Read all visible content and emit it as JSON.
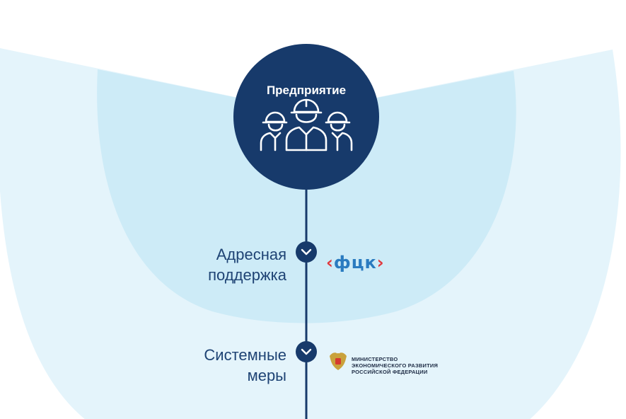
{
  "hub": {
    "title": "Предприятие",
    "icon": "workers-icon"
  },
  "steps": [
    {
      "label_line1": "Адресная",
      "label_line2": "поддержка",
      "icon": "chevron-down-icon",
      "partner": {
        "type": "logo",
        "name": "фцк",
        "text_left": "‹",
        "text_main": "фцк",
        "text_right": "›",
        "color_main": "#2a7bc0",
        "color_bracket": "#e0393e"
      }
    },
    {
      "label_line1": "Системные",
      "label_line2": "меры",
      "icon": "chevron-down-icon",
      "partner": {
        "type": "logo",
        "emblem": "coat-of-arms-icon",
        "line1": "МИНИСТЕРСТВО",
        "line2": "ЭКОНОМИЧЕСКОГО РАЗВИТИЯ",
        "line3": "РОССИЙСКОЙ ФЕДЕРАЦИИ"
      }
    }
  ],
  "colors": {
    "hub": "#173a6b",
    "outer_arc": "#e4f4fb",
    "inner_arc": "#cdebf7",
    "line": "#173a6b",
    "label": "#1e4374"
  }
}
